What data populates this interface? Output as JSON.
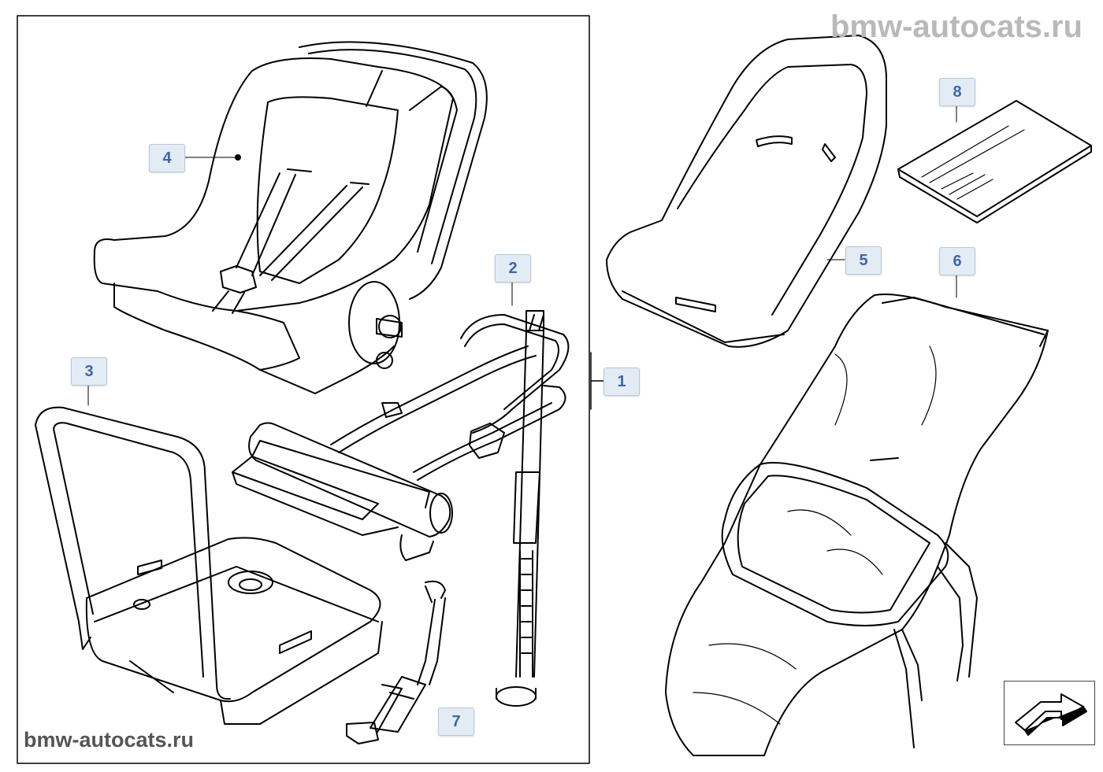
{
  "watermarks": {
    "top": "bmw-autocats.ru",
    "bottom": "bmw-autocats.ru"
  },
  "callouts": {
    "c1": "1",
    "c2": "2",
    "c3": "3",
    "c4": "4",
    "c5": "5",
    "c6": "6",
    "c7": "7",
    "c8": "8"
  },
  "colors": {
    "label_bg": "#e3ebf4",
    "label_border": "#b8c8da",
    "label_text": "#3d68a6",
    "line": "#000000"
  },
  "icons": {
    "next": "arrow-right-icon"
  }
}
